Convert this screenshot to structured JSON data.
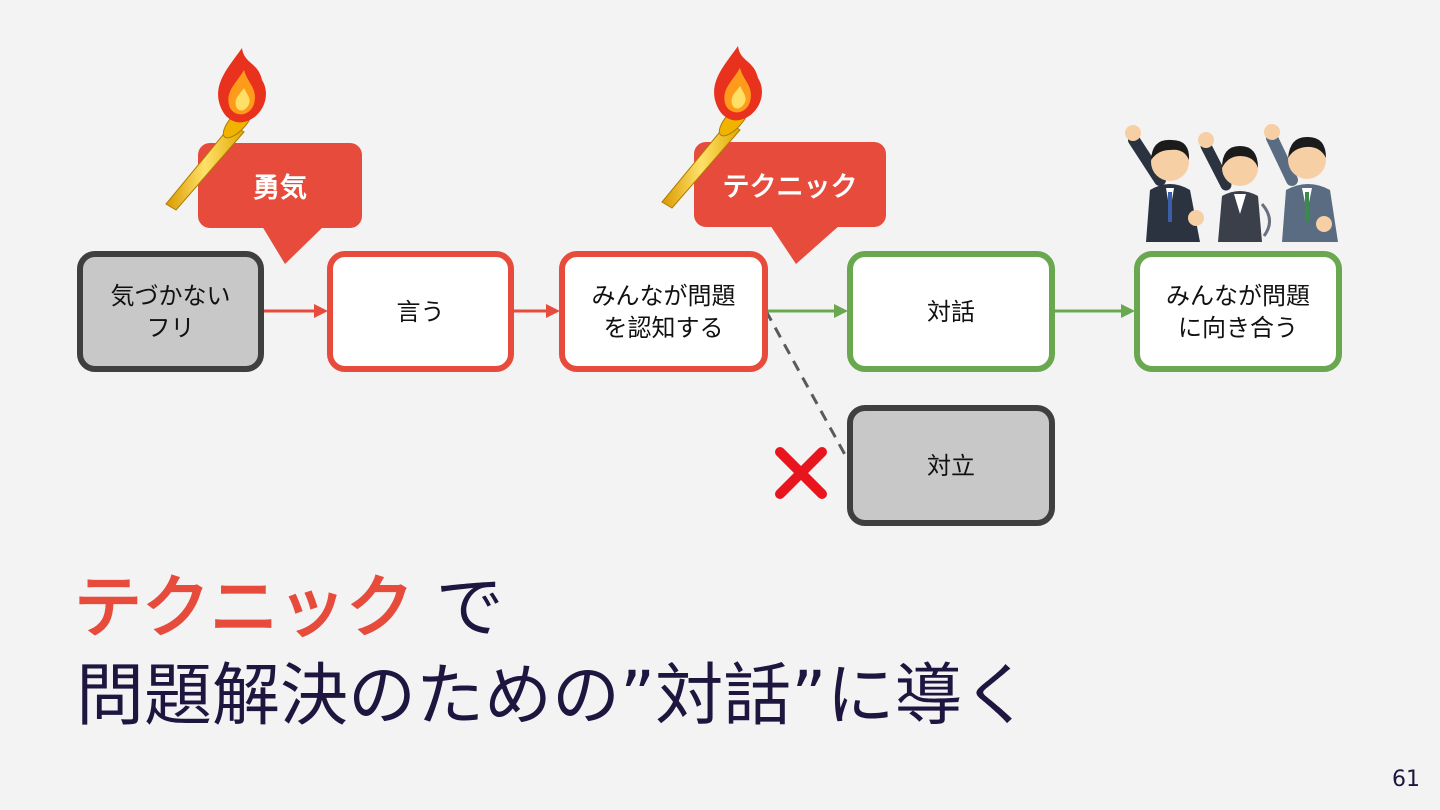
{
  "callouts": {
    "courage": "勇気",
    "technique": "テクニック"
  },
  "boxes": {
    "pretend": "気づかない\nフリ",
    "say": "言う",
    "recognize": "みんなが問題\nを認知する",
    "dialogue": "対話",
    "face": "みんなが問題\nに向き合う",
    "conflict": "対立"
  },
  "title": {
    "accent": "テクニック",
    "line1_rest": " で",
    "line2": "問題解決のための”対話”に導く"
  },
  "page_number": "61",
  "colors": {
    "red": "#e64b3b",
    "green": "#6aa84f",
    "gray_border": "#3f3f3f",
    "gray_fill": "#c8c8c8",
    "navy": "#1f1640"
  }
}
